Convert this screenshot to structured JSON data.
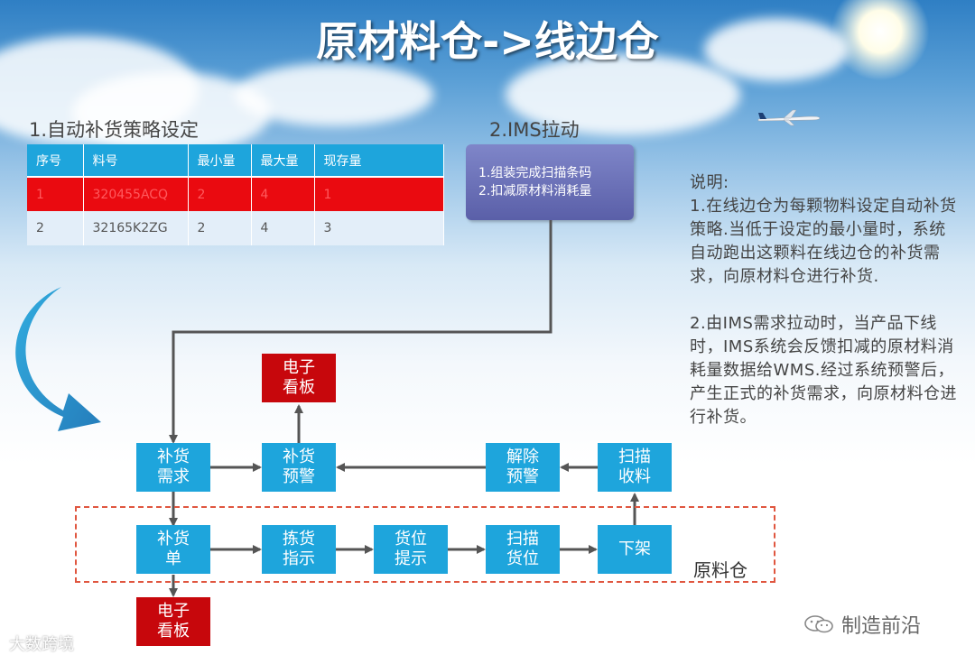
{
  "title": "原材料仓->线边仓",
  "section1": {
    "label": "1.自动补货策略设定"
  },
  "table": {
    "headers": [
      "序号",
      "料号",
      "最小量",
      "最大量",
      "现存量"
    ],
    "rows": [
      [
        "1",
        "320455ACQ",
        "2",
        "4",
        "1"
      ],
      [
        "2",
        "32165K2ZG",
        "2",
        "4",
        "3"
      ]
    ],
    "highlight_color": "#ea0a10"
  },
  "section2": {
    "label": "2.IMS拉动",
    "lines": [
      "1.组装完成扫描条码",
      "2.扣减原材料消耗量"
    ]
  },
  "note": {
    "heading": "说明:",
    "para1": "1.在线边仓为每颗物料设定自动补货策略.当低于设定的最小量时，系统自动跑出这颗料在线边仓的补货需求，向原材料仓进行补货.",
    "para2": "2.由IMS需求拉动时，当产品下线时，IMS系统会反馈扣减的原材料消耗量数据给WMS.经过系统预警后，产生正式的补货需求，向原材料仓进行补货。"
  },
  "flow": {
    "ekanban_top": "电子\n看板",
    "replenish_demand": "补货\n需求",
    "replenish_warning": "补货\n预警",
    "release_warning": "解除\n预警",
    "scan_receive": "扫描\n收料",
    "replenish_order": "补货\n单",
    "picking_guide": "拣货\n指示",
    "location_hint": "货位\n提示",
    "scan_location": "扫描\n货位",
    "unload": "下架",
    "ekanban_bottom": "电子\n看板",
    "warehouse_label": "原料仓"
  },
  "colors": {
    "blue_box": "#1ea5dc",
    "red_box": "#c7070c",
    "ims_box": "#6a70b8",
    "dash": "#e0563f"
  },
  "watermark_left": "大数跨境",
  "watermark_right": "制造前沿"
}
